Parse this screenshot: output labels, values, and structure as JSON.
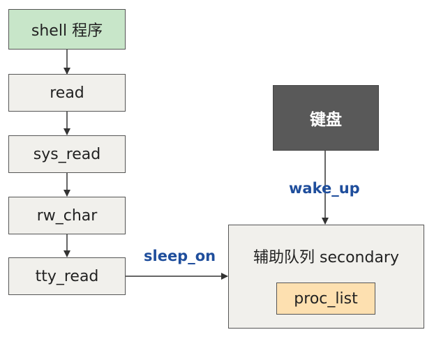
{
  "nodes": {
    "shell": "shell 程序",
    "read": "read",
    "sys_read": "sys_read",
    "rw_char": "rw_char",
    "tty_read": "tty_read",
    "keyboard": "键盘",
    "secondary": "辅助队列 secondary",
    "proc_list": "proc_list"
  },
  "edges": {
    "sleep_on": "sleep_on",
    "wake_up": "wake_up"
  },
  "colors": {
    "shell_fill": "#c8e6c9",
    "box_fill": "#f1f0ec",
    "keyboard_fill": "#595959",
    "proc_list_fill": "#fde0b0",
    "edge_label": "#1f4e9c"
  }
}
